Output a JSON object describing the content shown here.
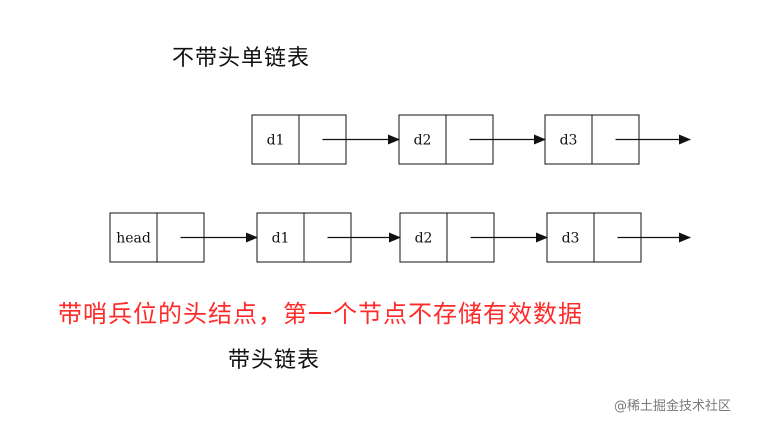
{
  "title": "不带头单链表",
  "subtitle": "带头链表",
  "caption": "带哨兵位的头结点，第一个节点不存储有效数据",
  "watermark": {
    "text": "@稀土掘金技术社区"
  },
  "colors": {
    "caption": "#ff2a2a",
    "lines": "#111111",
    "watermark": "#7a7a7a"
  },
  "lists": [
    {
      "nodes": [
        "d1",
        "d2",
        "d3"
      ]
    },
    {
      "nodes": [
        "head",
        "d1",
        "d2",
        "d3"
      ]
    }
  ]
}
